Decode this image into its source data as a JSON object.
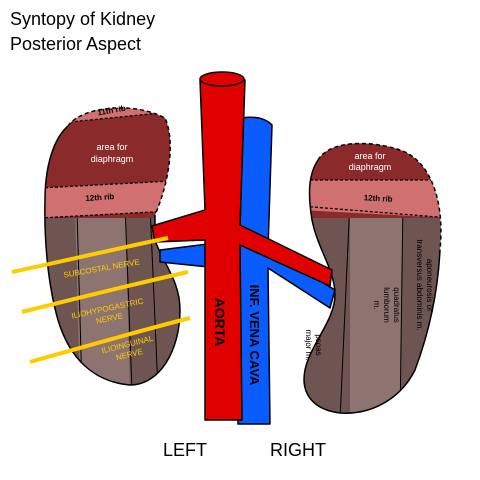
{
  "title_line1": "Syntopy of Kidney",
  "title_line2": "Posterior Aspect",
  "vessels": {
    "aorta_label": "AORTA",
    "ivc_label": "INF. VENA CAVA"
  },
  "left_kidney": {
    "rib11_label": "11th rib",
    "diaphragm_line1": "area for",
    "diaphragm_line2": "diaphragm",
    "rib12_label": "12th rib",
    "nerves": [
      "SUBCOSTAL NERVE",
      "ILIOHYPOGASTRIC",
      "NERVE",
      "ILIOINGUINAL",
      "NERVE"
    ]
  },
  "right_kidney": {
    "diaphragm_line1": "area for",
    "diaphragm_line2": "diaphragm",
    "rib12_label": "12th rib",
    "muscles": {
      "psoas": [
        "psoas",
        "major m."
      ],
      "quadratus": [
        "quadratus",
        "lumborum",
        "m."
      ],
      "aponeurosis": [
        "aponeurosis of",
        "transversus abdominis m."
      ]
    }
  },
  "side_labels": {
    "left": "LEFT",
    "right": "RIGHT"
  },
  "colors": {
    "aorta": "#e00000",
    "ivc": "#0a5cff",
    "kidney": "#6e5552",
    "kidney_mid": "#8d7470",
    "diaphragm": "#8b2a2a",
    "rib": "#d07070",
    "nerve": "#ffcc00",
    "nerve_text": "#ffcc00"
  }
}
